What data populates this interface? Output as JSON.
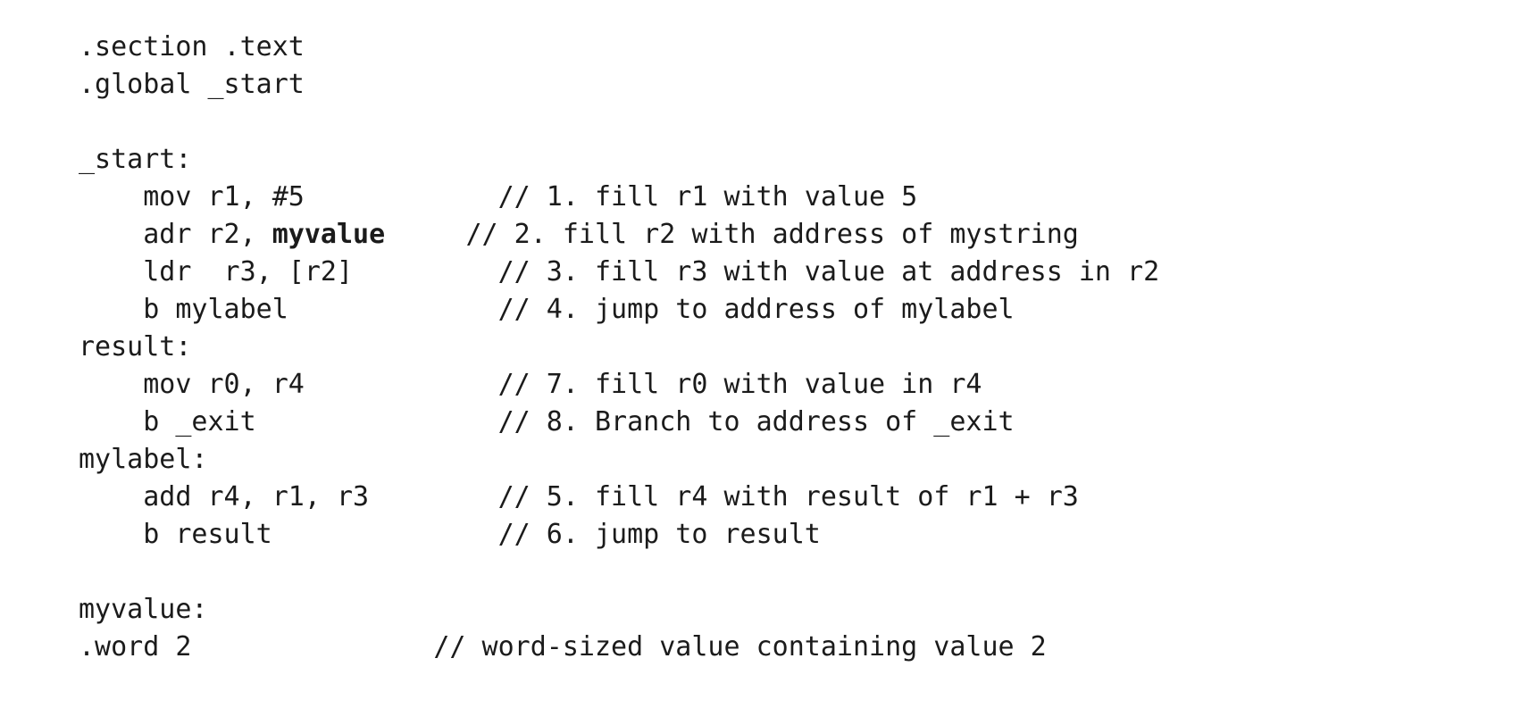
{
  "document": {
    "kind": "arm-assembly-source-listing",
    "language": "ARM assembly",
    "background_color": "#ffffff",
    "text_color": "#1b1b1b",
    "comment_prefix": "//",
    "comment_column": 22,
    "indent": "    "
  },
  "lines": [
    {
      "id": "line-1",
      "type": "directive",
      "code": ".section .text",
      "comment": ""
    },
    {
      "id": "line-2",
      "type": "directive",
      "code": ".global _start",
      "comment": ""
    },
    {
      "id": "line-3",
      "type": "blank",
      "code": "",
      "comment": ""
    },
    {
      "id": "line-4",
      "type": "label",
      "code": "_start:",
      "comment": ""
    },
    {
      "id": "line-5",
      "type": "instruction",
      "code": "    mov r1, #5",
      "code_pre": "    mov r1, #5",
      "bold": "",
      "code_post": "",
      "comment": "// 1. fill r1 with value 5"
    },
    {
      "id": "line-6",
      "type": "instruction",
      "code": "    adr r2, myvalue",
      "code_pre": "    adr r2, ",
      "bold": "myvalue",
      "code_post": "",
      "comment": "// 2. fill r2 with address of mystring"
    },
    {
      "id": "line-7",
      "type": "instruction",
      "code": "    ldr  r3, [r2]",
      "code_pre": "    ldr  r3, [r2]",
      "bold": "",
      "code_post": "",
      "comment": "// 3. fill r3 with value at address in r2"
    },
    {
      "id": "line-8",
      "type": "instruction",
      "code": "    b mylabel",
      "code_pre": "    b mylabel",
      "bold": "",
      "code_post": "",
      "comment": "// 4. jump to address of mylabel"
    },
    {
      "id": "line-9",
      "type": "label",
      "code": "result:",
      "comment": ""
    },
    {
      "id": "line-10",
      "type": "instruction",
      "code": "    mov r0, r4",
      "code_pre": "    mov r0, r4",
      "bold": "",
      "code_post": "",
      "comment": "// 7. fill r0 with value in r4"
    },
    {
      "id": "line-11",
      "type": "instruction",
      "code": "    b _exit",
      "code_pre": "    b _exit",
      "bold": "",
      "code_post": "",
      "comment": "// 8. Branch to address of _exit"
    },
    {
      "id": "line-12",
      "type": "label",
      "code": "mylabel:",
      "comment": ""
    },
    {
      "id": "line-13",
      "type": "instruction",
      "code": "    add r4, r1, r3",
      "code_pre": "    add r4, r1, r3",
      "bold": "",
      "code_post": "",
      "comment": "// 5. fill r4 with result of r1 + r3"
    },
    {
      "id": "line-14",
      "type": "instruction",
      "code": "    b result",
      "code_pre": "    b result",
      "bold": "",
      "code_post": "",
      "comment": "// 6. jump to result"
    },
    {
      "id": "line-15",
      "type": "blank",
      "code": "",
      "comment": ""
    },
    {
      "id": "line-16",
      "type": "label",
      "code": "myvalue:",
      "comment": ""
    },
    {
      "id": "line-17",
      "type": "directive",
      "code": ".word 2",
      "comment": "// word-sized value containing value 2"
    }
  ],
  "rendered": {
    "line_1": ".section .text",
    "line_2": ".global _start",
    "line_3": " ",
    "line_4": "_start:",
    "line_5_code": "    mov r1, #5",
    "line_5_comment": "// 1. fill r1 with value 5",
    "line_6_code_pre": "    adr r2, ",
    "line_6_code_bold": "myvalue",
    "line_6_comment": "// 2. fill r2 with address of mystring",
    "line_7_code": "    ldr  r3, [r2]",
    "line_7_comment": "// 3. fill r3 with value at address in r2",
    "line_8_code": "    b mylabel",
    "line_8_comment": "// 4. jump to address of mylabel",
    "line_9": "result:",
    "line_10_code": "    mov r0, r4",
    "line_10_comment": "// 7. fill r0 with value in r4",
    "line_11_code": "    b _exit",
    "line_11_comment": "// 8. Branch to address of _exit",
    "line_12": "mylabel:",
    "line_13_code": "    add r4, r1, r3",
    "line_13_comment": "// 5. fill r4 with result of r1 + r3",
    "line_14_code": "    b result",
    "line_14_comment": "// 6. jump to result",
    "line_15": " ",
    "line_16": "myvalue:",
    "line_17_code": ".word 2",
    "line_17_comment": "// word-sized value containing value 2"
  },
  "pad": {
    "p5": "            ",
    "p6": "     ",
    "p7": "         ",
    "p8": "             ",
    "p10": "            ",
    "p11": "               ",
    "p13": "        ",
    "p14": "              ",
    "p17": "               "
  }
}
